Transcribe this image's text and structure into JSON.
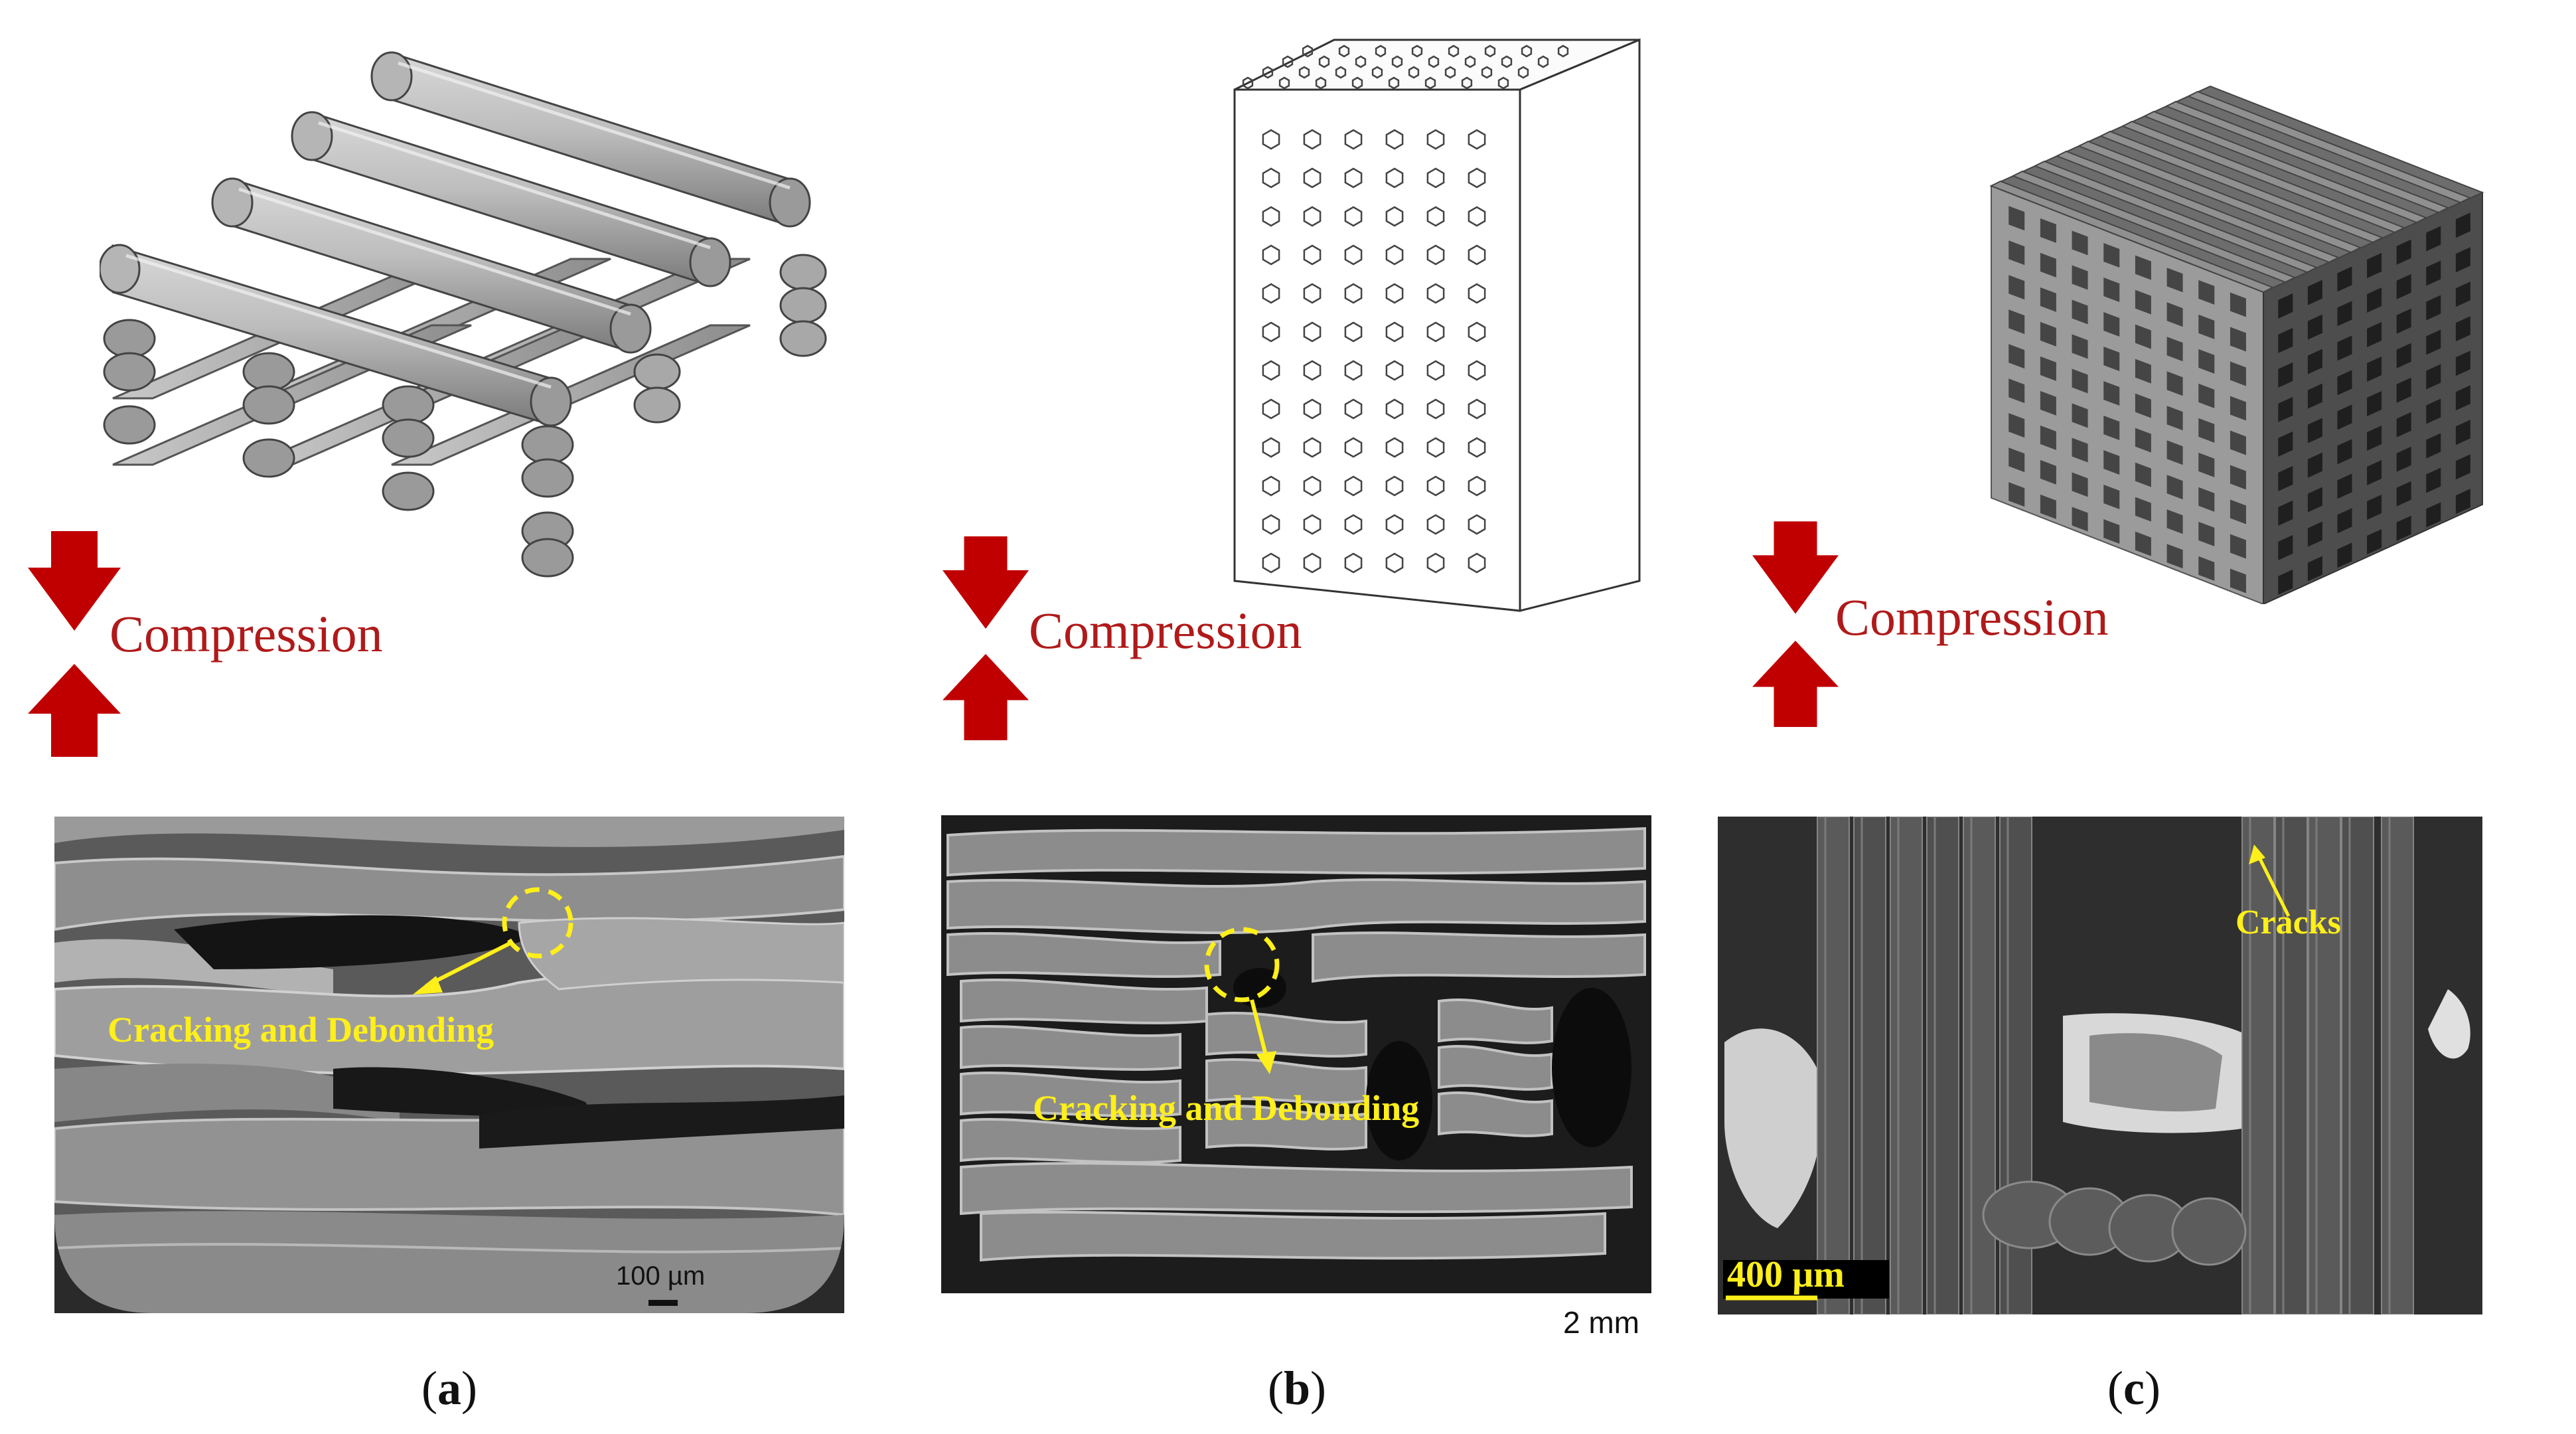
{
  "compression_label": "Compression",
  "panels": [
    {
      "caption_open": "(",
      "caption_letter": "a",
      "caption_close": ")",
      "annotation": "Cracking and Debonding",
      "scale_label": "100 µm"
    },
    {
      "caption_open": "(",
      "caption_letter": "b",
      "caption_close": ")",
      "annotation": "Cracking and Debonding",
      "scale_label": "2 mm"
    },
    {
      "caption_open": "(",
      "caption_letter": "c",
      "caption_close": ")",
      "annotation": "Cracks",
      "scale_label": "400 µm"
    }
  ],
  "colors": {
    "arrow": "#c00000",
    "compression_text": "#b01a1a",
    "annotation": "#ffef1a",
    "sem_background": "#4a4a4a"
  }
}
